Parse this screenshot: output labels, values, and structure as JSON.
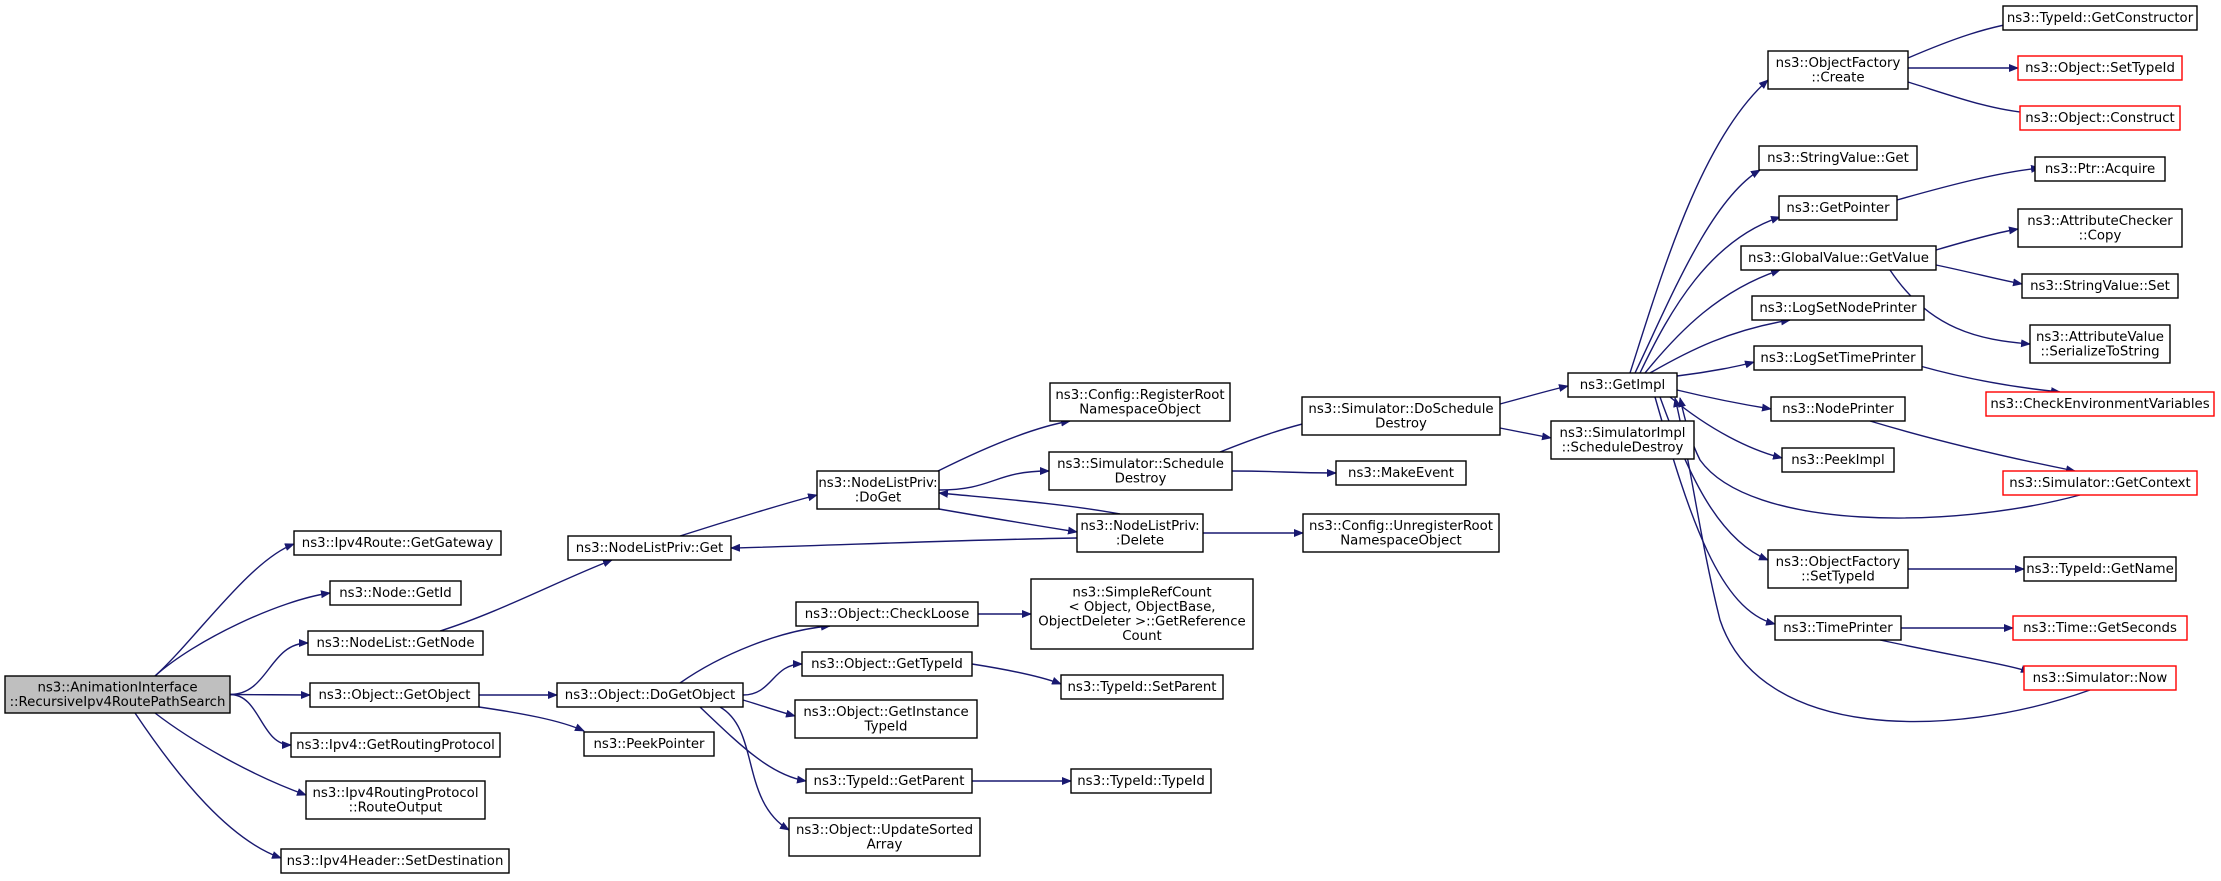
{
  "graph": {
    "edge_color": "#191970",
    "truncated_border_color": "#ff0000",
    "root_fill": "#bfbfbf",
    "nodes": [
      {
        "id": "root",
        "lines": [
          "ns3::AnimationInterface",
          "::RecursiveIpv4RoutePathSearch"
        ],
        "style": "root"
      },
      {
        "id": "ipv4route_getgateway",
        "lines": [
          "ns3::Ipv4Route::GetGateway"
        ]
      },
      {
        "id": "node_getid",
        "lines": [
          "ns3::Node::GetId"
        ]
      },
      {
        "id": "nodelist_getnode",
        "lines": [
          "ns3::NodeList::GetNode"
        ]
      },
      {
        "id": "object_getobject",
        "lines": [
          "ns3::Object::GetObject"
        ]
      },
      {
        "id": "ipv4_getroutingprotocol",
        "lines": [
          "ns3::Ipv4::GetRoutingProtocol"
        ]
      },
      {
        "id": "ipv4routingprotocol_routeoutput",
        "lines": [
          "ns3::Ipv4RoutingProtocol",
          "::RouteOutput"
        ]
      },
      {
        "id": "ipv4header_setdestination",
        "lines": [
          "ns3::Ipv4Header::SetDestination"
        ]
      },
      {
        "id": "nodelistpriv_get",
        "lines": [
          "ns3::NodeListPriv::Get"
        ]
      },
      {
        "id": "object_dogetobject",
        "lines": [
          "ns3::Object::DoGetObject"
        ]
      },
      {
        "id": "peekpointer",
        "lines": [
          "ns3::PeekPointer"
        ]
      },
      {
        "id": "nodelistpriv_doget",
        "lines": [
          "ns3::NodeListPriv:",
          ":DoGet"
        ]
      },
      {
        "id": "object_checkloose",
        "lines": [
          "ns3::Object::CheckLoose"
        ]
      },
      {
        "id": "object_gettypeid",
        "lines": [
          "ns3::Object::GetTypeId"
        ]
      },
      {
        "id": "object_getinstancetypeid",
        "lines": [
          "ns3::Object::GetInstance",
          "TypeId"
        ]
      },
      {
        "id": "typeid_getparent",
        "lines": [
          "ns3::TypeId::GetParent"
        ]
      },
      {
        "id": "object_updatesortedarray",
        "lines": [
          "ns3::Object::UpdateSorted",
          "Array"
        ]
      },
      {
        "id": "config_registerroot",
        "lines": [
          "ns3::Config::RegisterRoot",
          "NamespaceObject"
        ]
      },
      {
        "id": "simulator_scheduledestroy",
        "lines": [
          "ns3::Simulator::Schedule",
          "Destroy"
        ]
      },
      {
        "id": "nodelistpriv_delete",
        "lines": [
          "ns3::NodeListPriv:",
          ":Delete"
        ]
      },
      {
        "id": "simplerefcount_getreferencecount",
        "lines": [
          "ns3::SimpleRefCount",
          "< Object, ObjectBase,",
          " ObjectDeleter >::GetReference",
          "Count"
        ]
      },
      {
        "id": "typeid_setparent",
        "lines": [
          "ns3::TypeId::SetParent"
        ]
      },
      {
        "id": "typeid_typeid",
        "lines": [
          "ns3::TypeId::TypeId"
        ]
      },
      {
        "id": "simulator_doscheduledestroy",
        "lines": [
          "ns3::Simulator::DoSchedule",
          "Destroy"
        ]
      },
      {
        "id": "makeevent",
        "lines": [
          "ns3::MakeEvent"
        ]
      },
      {
        "id": "config_unregisterroot",
        "lines": [
          "ns3::Config::UnregisterRoot",
          "NamespaceObject"
        ]
      },
      {
        "id": "getimpl",
        "lines": [
          "ns3::GetImpl"
        ]
      },
      {
        "id": "simulatorimpl_scheduledestroy",
        "lines": [
          "ns3::SimulatorImpl",
          "::ScheduleDestroy"
        ]
      },
      {
        "id": "objectfactory_create",
        "lines": [
          "ns3::ObjectFactory",
          "::Create"
        ]
      },
      {
        "id": "stringvalue_get",
        "lines": [
          "ns3::StringValue::Get"
        ]
      },
      {
        "id": "getpointer",
        "lines": [
          "ns3::GetPointer"
        ]
      },
      {
        "id": "globalvalue_getvalue",
        "lines": [
          "ns3::GlobalValue::GetValue"
        ]
      },
      {
        "id": "logsetnodeprinter",
        "lines": [
          "ns3::LogSetNodePrinter"
        ]
      },
      {
        "id": "logsettimeprinter",
        "lines": [
          "ns3::LogSetTimePrinter"
        ]
      },
      {
        "id": "nodeprinter",
        "lines": [
          "ns3::NodePrinter"
        ]
      },
      {
        "id": "peekimpl",
        "lines": [
          "ns3::PeekImpl"
        ]
      },
      {
        "id": "objectfactory_settypeid",
        "lines": [
          "ns3::ObjectFactory",
          "::SetTypeId"
        ]
      },
      {
        "id": "timeprinter",
        "lines": [
          "ns3::TimePrinter"
        ]
      },
      {
        "id": "typeid_getconstructor",
        "lines": [
          "ns3::TypeId::GetConstructor"
        ]
      },
      {
        "id": "object_settypeid",
        "lines": [
          "ns3::Object::SetTypeId"
        ],
        "style": "truncated"
      },
      {
        "id": "object_construct",
        "lines": [
          "ns3::Object::Construct"
        ],
        "style": "truncated"
      },
      {
        "id": "ptr_acquire",
        "lines": [
          "ns3::Ptr::Acquire"
        ]
      },
      {
        "id": "attributechecker_copy",
        "lines": [
          "ns3::AttributeChecker",
          "::Copy"
        ]
      },
      {
        "id": "stringvalue_set",
        "lines": [
          "ns3::StringValue::Set"
        ]
      },
      {
        "id": "attributevalue_serializetostring",
        "lines": [
          "ns3::AttributeValue",
          "::SerializeToString"
        ]
      },
      {
        "id": "checkenvironmentvariables",
        "lines": [
          "ns3::CheckEnvironmentVariables"
        ],
        "style": "truncated"
      },
      {
        "id": "simulator_getcontext",
        "lines": [
          "ns3::Simulator::GetContext"
        ],
        "style": "truncated"
      },
      {
        "id": "typeid_getname",
        "lines": [
          "ns3::TypeId::GetName"
        ]
      },
      {
        "id": "time_getseconds",
        "lines": [
          "ns3::Time::GetSeconds"
        ],
        "style": "truncated"
      },
      {
        "id": "simulator_now",
        "lines": [
          "ns3::Simulator::Now"
        ],
        "style": "truncated"
      }
    ],
    "edges": [
      [
        "root",
        "ipv4route_getgateway"
      ],
      [
        "root",
        "node_getid"
      ],
      [
        "root",
        "nodelist_getnode"
      ],
      [
        "root",
        "object_getobject"
      ],
      [
        "root",
        "ipv4_getroutingprotocol"
      ],
      [
        "root",
        "ipv4routingprotocol_routeoutput"
      ],
      [
        "root",
        "ipv4header_setdestination"
      ],
      [
        "nodelist_getnode",
        "nodelistpriv_get"
      ],
      [
        "object_getobject",
        "object_dogetobject"
      ],
      [
        "object_getobject",
        "peekpointer"
      ],
      [
        "nodelistpriv_get",
        "nodelistpriv_doget"
      ],
      [
        "nodelistpriv_doget",
        "config_registerroot"
      ],
      [
        "nodelistpriv_doget",
        "simulator_scheduledestroy"
      ],
      [
        "nodelistpriv_doget",
        "nodelistpriv_delete"
      ],
      [
        "nodelistpriv_delete",
        "nodelistpriv_doget"
      ],
      [
        "nodelistpriv_delete",
        "nodelistpriv_get"
      ],
      [
        "nodelistpriv_delete",
        "config_unregisterroot"
      ],
      [
        "simulator_scheduledestroy",
        "simulator_doscheduledestroy"
      ],
      [
        "simulator_scheduledestroy",
        "makeevent"
      ],
      [
        "simulator_doscheduledestroy",
        "getimpl"
      ],
      [
        "simulator_doscheduledestroy",
        "simulatorimpl_scheduledestroy"
      ],
      [
        "object_dogetobject",
        "object_checkloose"
      ],
      [
        "object_dogetobject",
        "object_gettypeid"
      ],
      [
        "object_dogetobject",
        "object_getinstancetypeid"
      ],
      [
        "object_dogetobject",
        "typeid_getparent"
      ],
      [
        "object_dogetobject",
        "object_updatesortedarray"
      ],
      [
        "object_checkloose",
        "simplerefcount_getreferencecount"
      ],
      [
        "object_gettypeid",
        "typeid_setparent"
      ],
      [
        "typeid_getparent",
        "typeid_typeid"
      ],
      [
        "getimpl",
        "objectfactory_create"
      ],
      [
        "getimpl",
        "stringvalue_get"
      ],
      [
        "getimpl",
        "getpointer"
      ],
      [
        "getimpl",
        "globalvalue_getvalue"
      ],
      [
        "getimpl",
        "logsetnodeprinter"
      ],
      [
        "getimpl",
        "logsettimeprinter"
      ],
      [
        "getimpl",
        "nodeprinter"
      ],
      [
        "getimpl",
        "peekimpl"
      ],
      [
        "getimpl",
        "objectfactory_settypeid"
      ],
      [
        "getimpl",
        "timeprinter"
      ],
      [
        "objectfactory_create",
        "typeid_getconstructor"
      ],
      [
        "objectfactory_create",
        "object_settypeid"
      ],
      [
        "objectfactory_create",
        "object_construct"
      ],
      [
        "getpointer",
        "ptr_acquire"
      ],
      [
        "globalvalue_getvalue",
        "attributechecker_copy"
      ],
      [
        "globalvalue_getvalue",
        "stringvalue_set"
      ],
      [
        "globalvalue_getvalue",
        "attributevalue_serializetostring"
      ],
      [
        "logsettimeprinter",
        "checkenvironmentvariables"
      ],
      [
        "nodeprinter",
        "simulator_getcontext"
      ],
      [
        "simulator_getcontext",
        "getimpl"
      ],
      [
        "objectfactory_settypeid",
        "typeid_getname"
      ],
      [
        "timeprinter",
        "time_getseconds"
      ],
      [
        "timeprinter",
        "simulator_now"
      ],
      [
        "simulator_now",
        "getimpl"
      ]
    ]
  }
}
